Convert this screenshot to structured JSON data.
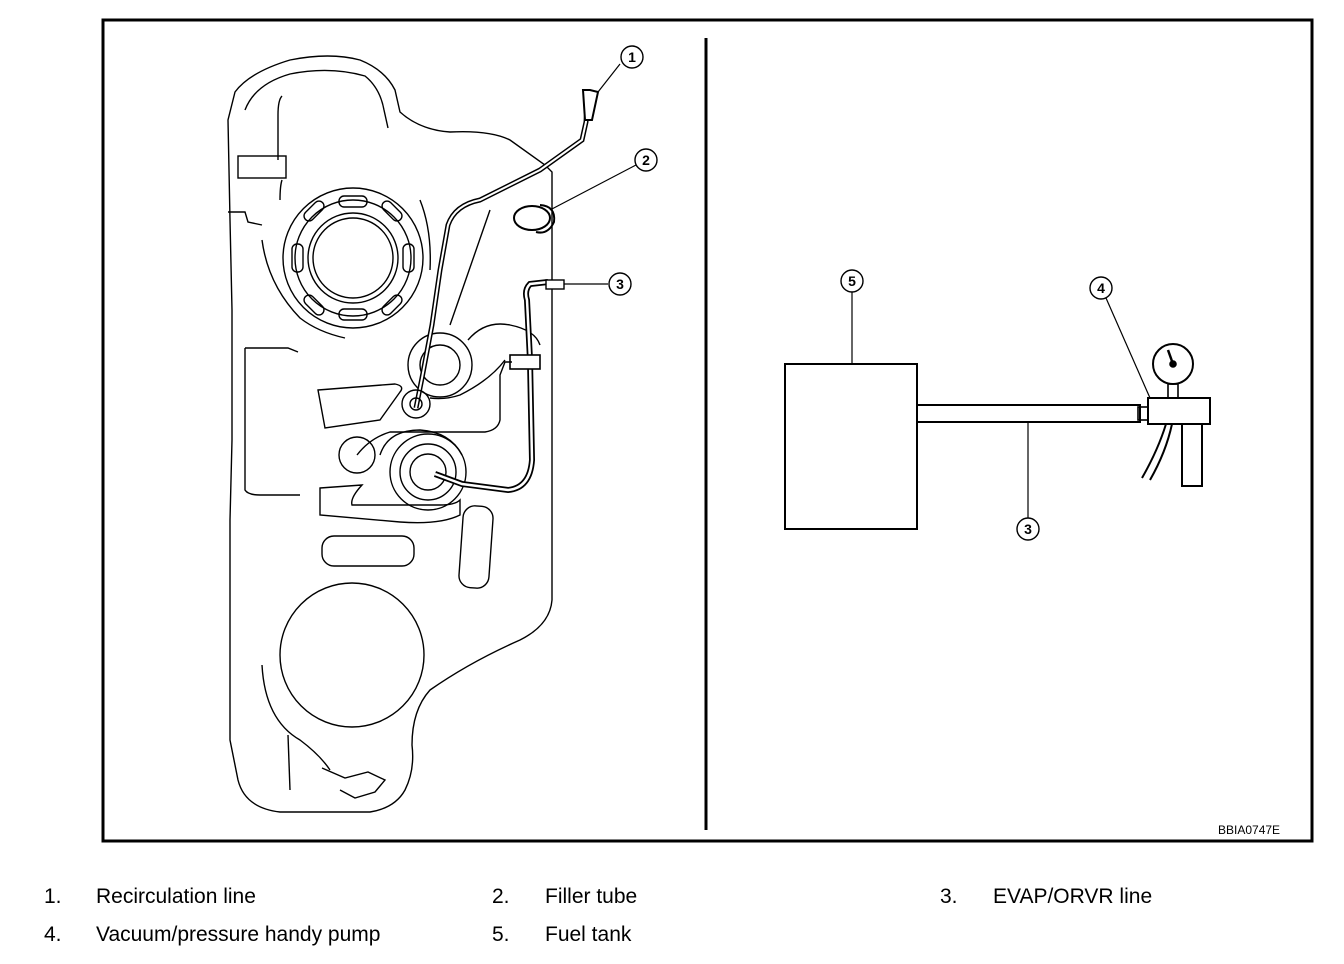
{
  "figure": {
    "id_code": "BBIA0747E",
    "left_panel": {
      "callouts": [
        "1",
        "2",
        "3"
      ]
    },
    "right_panel": {
      "callouts": [
        "5",
        "4",
        "3"
      ]
    }
  },
  "legend": {
    "items": [
      {
        "num": "1.",
        "label": "Recirculation line"
      },
      {
        "num": "2.",
        "label": "Filler tube"
      },
      {
        "num": "3.",
        "label": "EVAP/ORVR line"
      },
      {
        "num": "4.",
        "label": "Vacuum/pressure handy pump"
      },
      {
        "num": "5.",
        "label": "Fuel tank"
      }
    ]
  }
}
